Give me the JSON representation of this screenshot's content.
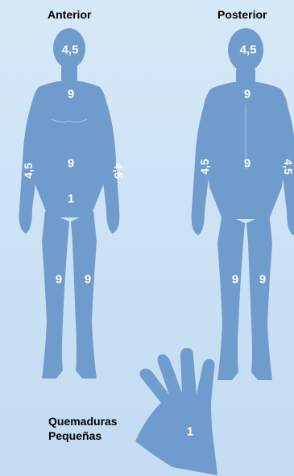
{
  "titles": {
    "anterior": "Anterior",
    "posterior": "Posterior"
  },
  "anterior_labels": {
    "head": "4,5",
    "chest": "9",
    "abdomen": "9",
    "left_arm": "4,5",
    "right_arm": "4,5",
    "genital": "1",
    "left_leg": "9",
    "right_leg": "9"
  },
  "posterior_labels": {
    "head": "4,5",
    "upper_back": "9",
    "lower_back": "9",
    "left_arm": "4,5",
    "right_arm": "4,5",
    "left_leg": "9",
    "right_leg": "9"
  },
  "hand": {
    "label": "1",
    "caption_line1": "Quemaduras",
    "caption_line2": "Pequeñas"
  },
  "colors": {
    "body": "#6f9ccc",
    "background": "#cfe4f6",
    "label": "#ffffff"
  }
}
